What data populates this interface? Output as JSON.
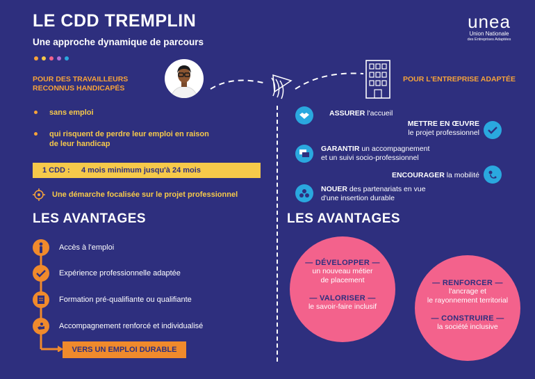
{
  "header": {
    "title": "LE CDD TREMPLIN",
    "subtitle": "Une approche dynamique de parcours",
    "dot_colors": [
      "#f6a33a",
      "#f6c94a",
      "#f3628c",
      "#b06fd8",
      "#2aa8df"
    ]
  },
  "logo": {
    "word": "unea",
    "line1": "Union Nationale",
    "line2": "des Entreprises Adaptées"
  },
  "left": {
    "heading_line1": "POUR DES TRAVAILLEURS",
    "heading_line2": "RECONNUS HANDICAPÉS",
    "bullets": [
      "sans emploi",
      "qui risquent de perdre leur emploi en raison de leur handicap"
    ],
    "cdd_label": "1 CDD :",
    "cdd_value": "4 mois minimum jusqu'à 24 mois",
    "focus_text": "Une démarche focalisée sur le projet professionnel",
    "advantages_title": "LES AVANTAGES",
    "advantages": [
      "Accès à l'emploi",
      "Expérience professionnelle adaptée",
      "Formation pré-qualifiante ou qualifiante",
      "Accompagnement renforcé et individualisé"
    ],
    "durable_label": "VERS UN EMPLOI DURABLE"
  },
  "right": {
    "heading": "POUR L'ENTREPRISE ADAPTÉE",
    "items": [
      {
        "bold": "ASSURER",
        "rest": " l'accueil",
        "line2": ""
      },
      {
        "bold": "METTRE EN ŒUVRE",
        "rest": "",
        "line2": "le projet professionnel"
      },
      {
        "bold": "GARANTIR",
        "rest": " un accompagnement",
        "line2": "et un suivi socio-professionnel"
      },
      {
        "bold": "ENCOURAGER",
        "rest": " la mobilité",
        "line2": ""
      },
      {
        "bold": "NOUER",
        "rest": " des partenariats en vue",
        "line2": "d'une insertion durable"
      }
    ],
    "advantages_title": "LES AVANTAGES",
    "bubble_left": {
      "head1": "DÉVELOPPER",
      "text1_l1": "un nouveau métier",
      "text1_l2": "de placement",
      "head2": "VALORISER",
      "text2_l1": "le savoir-faire inclusif"
    },
    "bubble_right": {
      "head1": "RENFORCER",
      "text1_l1": "l'ancrage et",
      "text1_l2": "le rayonnement territorial",
      "head2": "CONSTRUIRE",
      "text2_l1": "la société inclusive"
    }
  },
  "colors": {
    "background": "#2e2f7e",
    "orange": "#f08a2c",
    "yellow": "#f6c94a",
    "pink": "#f3628c",
    "blue": "#2aa8df"
  }
}
